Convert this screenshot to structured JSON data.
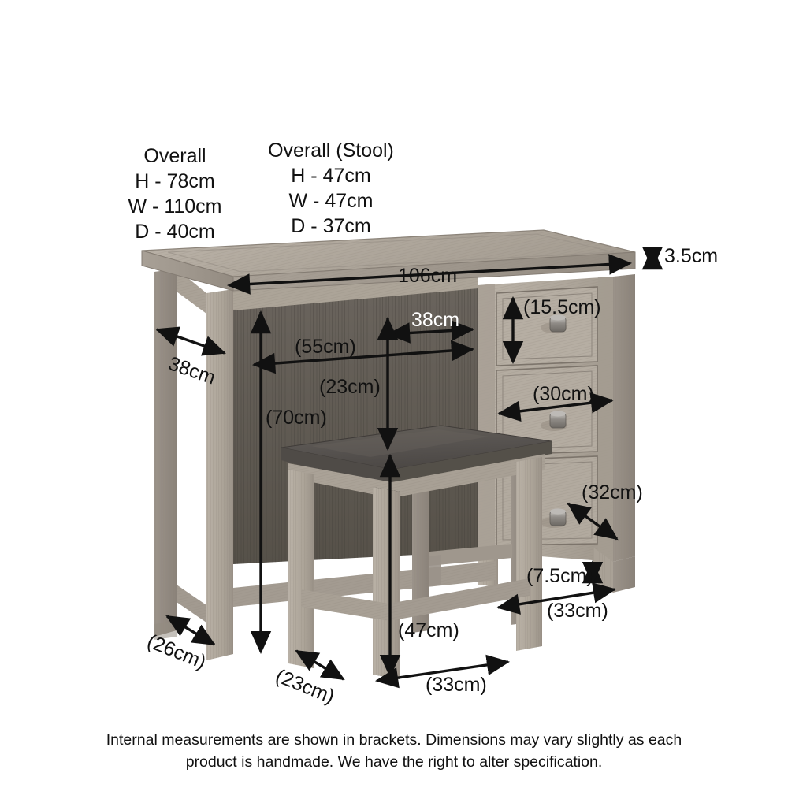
{
  "background": "#ffffff",
  "ink": "#111111",
  "wood": {
    "top_face": "#b0a89d",
    "top_edge": "#9c948a",
    "leg_light": "#b6aea3",
    "leg_mid": "#a59d92",
    "leg_dark": "#8d857b",
    "recess": "#5f5a54",
    "panel_dark": "#6e6962",
    "drawer_face": "#b2aaa0",
    "knob": "#7d7972"
  },
  "stool_seat": "#585450",
  "specs": {
    "desk": {
      "title": "Overall",
      "lines": [
        "H - 78cm",
        "W - 110cm",
        "D - 40cm"
      ]
    },
    "stool": {
      "title": "Overall (Stool)",
      "lines": [
        "H - 47cm",
        "W - 47cm",
        "D - 37cm"
      ]
    }
  },
  "dimensions": {
    "top_thickness": "3.5cm",
    "top_width": "106cm",
    "side_depth": "38cm",
    "recess_depth": "38cm",
    "knee_width": "(55cm)",
    "knee_height": "(23cm)",
    "leg_height": "(70cm)",
    "drawer_top_height": "(15.5cm)",
    "drawer_width": "(30cm)",
    "drawer_depth": "(32cm)",
    "plinth_height": "(7.5cm)",
    "base_width": "(33cm)",
    "desk_foot_depth": "(26cm)",
    "stool_foot_depth": "(23cm)",
    "stool_height": "(47cm)",
    "stool_width": "(33cm)"
  },
  "footer": {
    "line1": "Internal measurements are shown in brackets. Dimensions may vary slightly as each",
    "line2": "product is handmade. We have the right to alter specification."
  }
}
